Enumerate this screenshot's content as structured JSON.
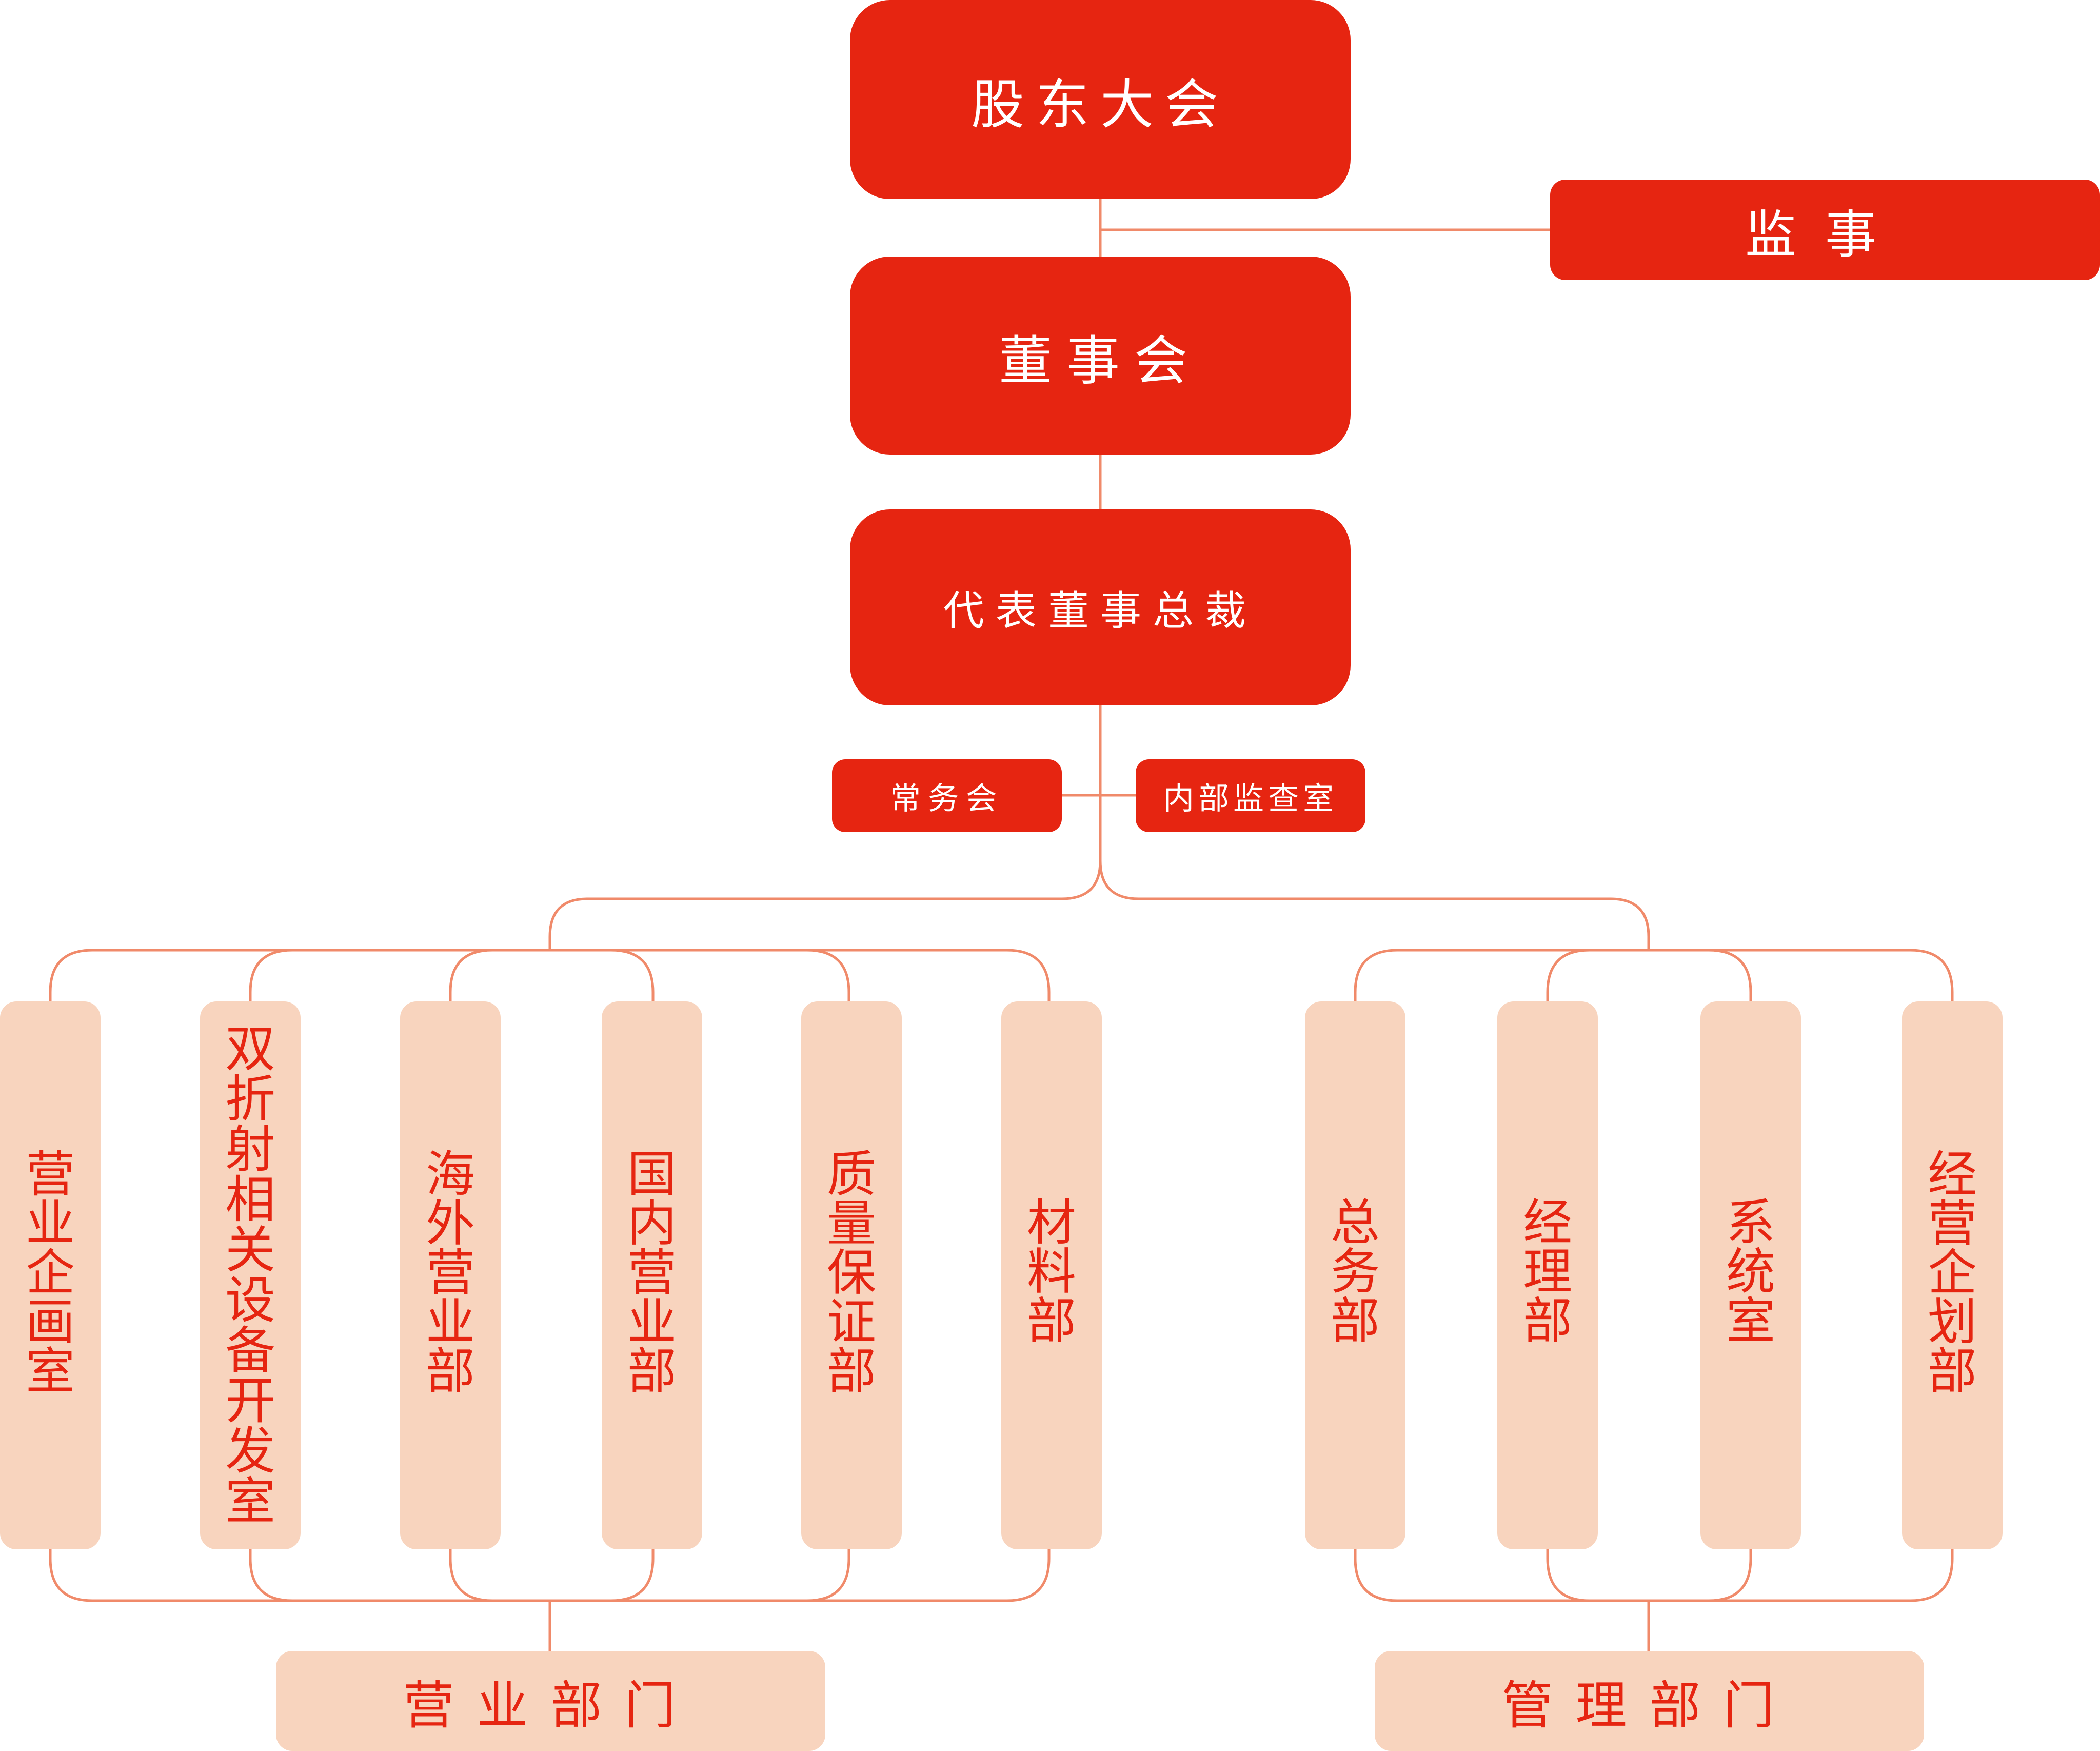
{
  "colors": {
    "primary": "#E62511",
    "secondary": "#F8D4BE",
    "line": "#F08A6A",
    "text_light": "#ffffff"
  },
  "top": {
    "shareholders": "股东大会",
    "supervisor": "监事",
    "board": "董事会",
    "president": "代表董事总裁",
    "executive_committee": "常务会",
    "internal_audit": "内部监查室"
  },
  "sales_group": {
    "label": "营业部门",
    "departments": [
      "营业企画室",
      "双折射相关设备开发室",
      "海外营业部",
      "国内营业部",
      "质量保证部",
      "材料部"
    ]
  },
  "management_group": {
    "label": "管理部门",
    "departments": [
      "总务部",
      "经理部",
      "系统室",
      "经营企划部"
    ]
  }
}
